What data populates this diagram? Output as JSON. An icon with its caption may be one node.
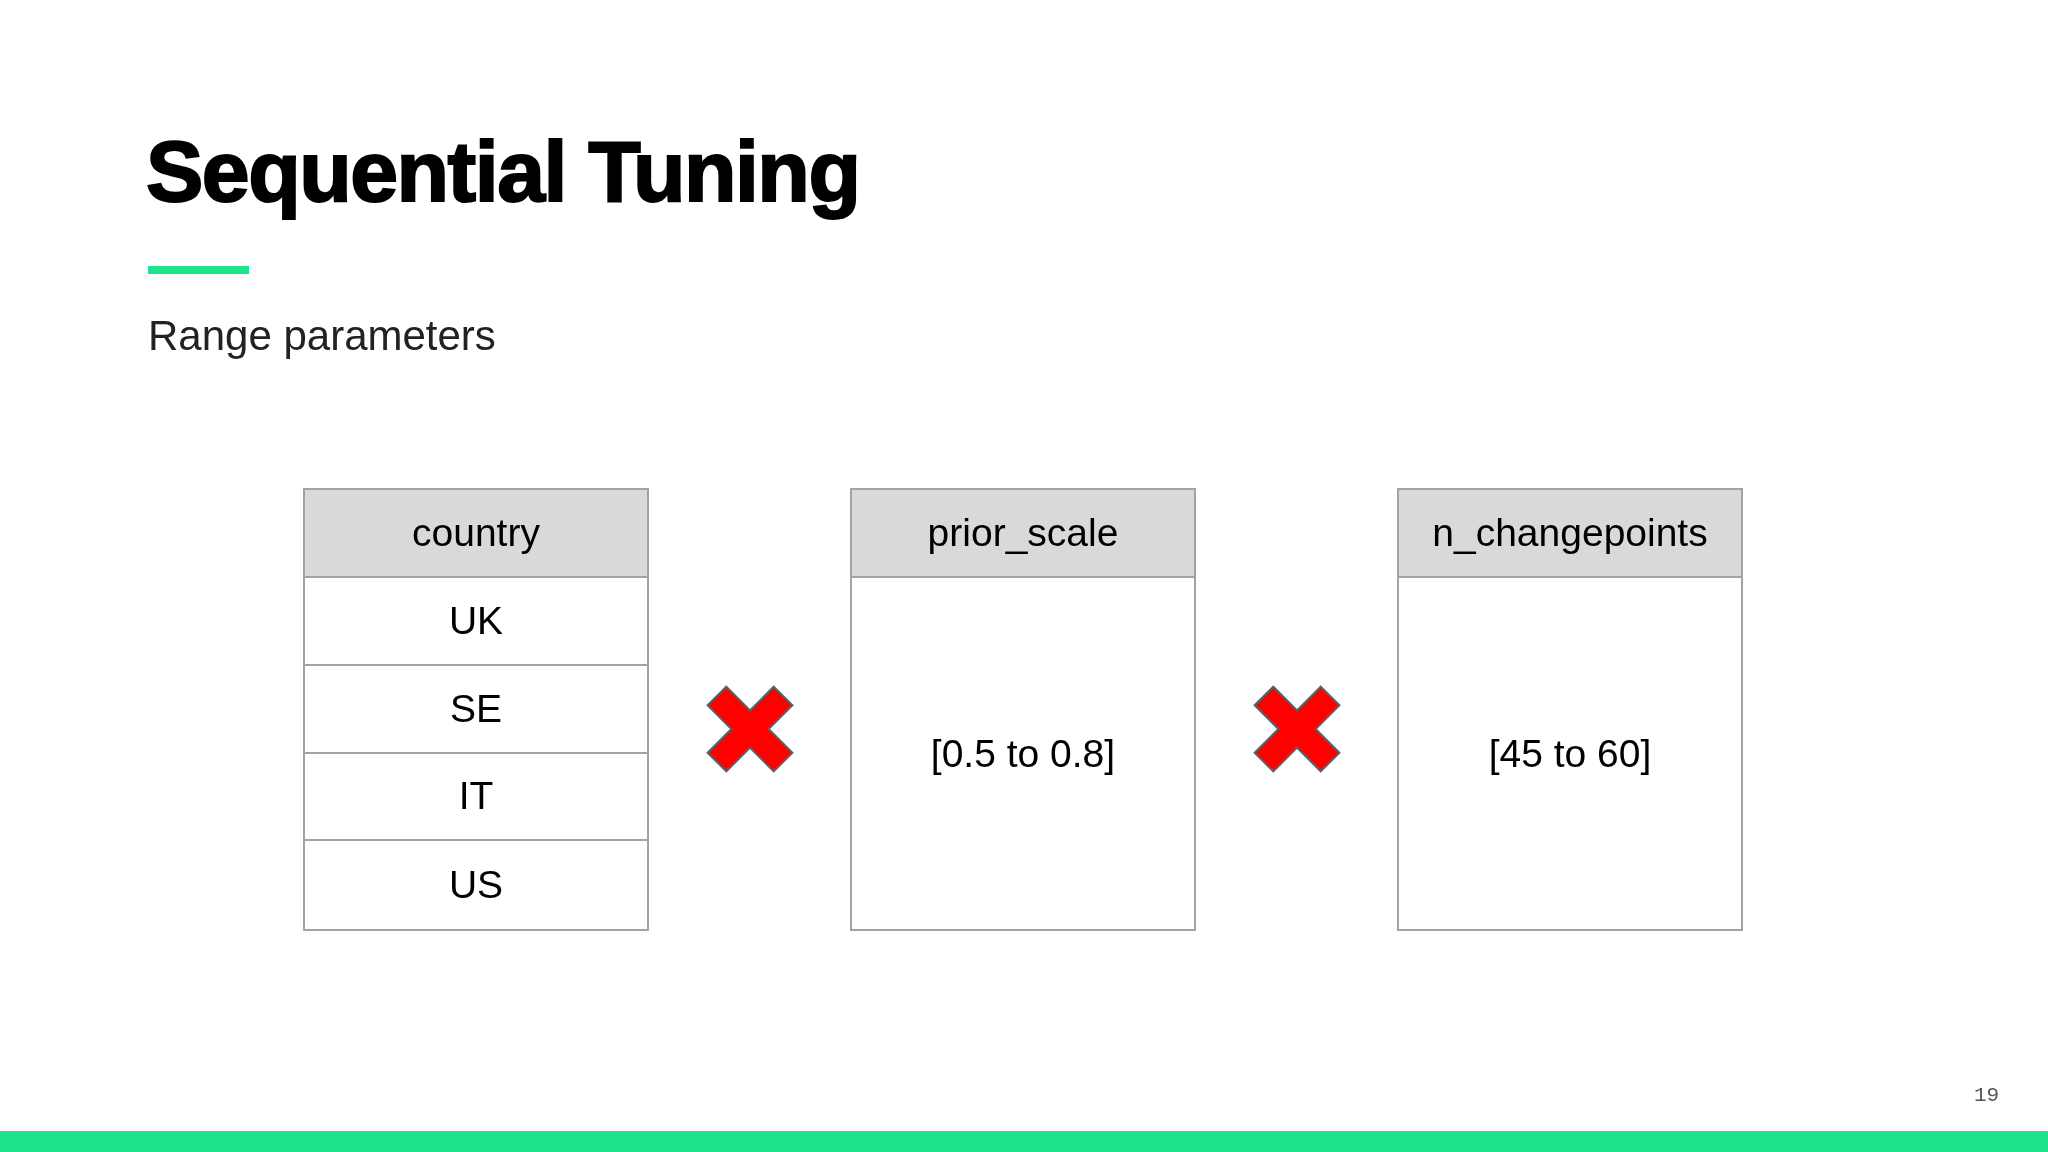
{
  "diagram": {
    "title": "Sequential Tuning",
    "nodes": [
      {
        "text": [
          "country"
        ]
      },
      {
        "text": [
          "UK"
        ],
        "in": 0
      },
      {
        "text": [
          "SE"
        ],
        "in": 0
      },
      {
        "text": [
          "IT"
        ],
        "in": 0
      },
      {
        "text": [
          "US"
        ],
        "in": 0
      },
      {
        "text": [
          "prior_scale"
        ]
      },
      {
        "text": [
          "[0.5 to 0.8]"
        ],
        "in": 5
      },
      {
        "text": [
          "n_changepoints"
        ]
      },
      {
        "text": [
          "[45 to 60]"
        ],
        "in": 7
      }
    ],
    "labels": [
      "Range parameters",
      "19"
    ]
  }
}
